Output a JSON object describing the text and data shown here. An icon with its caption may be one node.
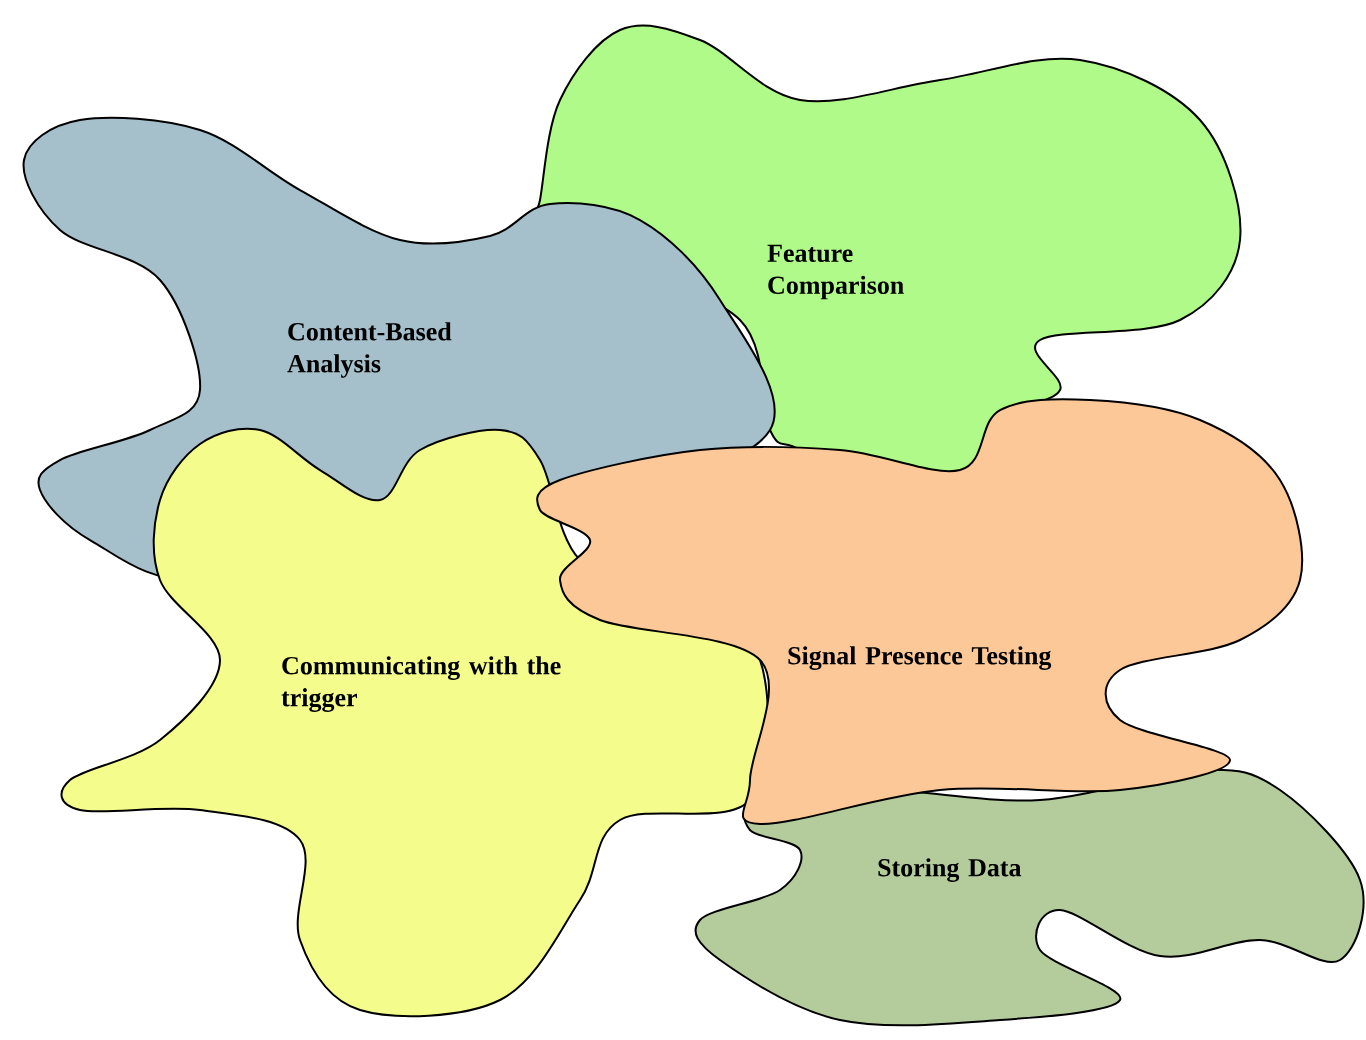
{
  "diagram": {
    "nodes": [
      {
        "text": [
          "Content-Based Analysis"
        ]
      },
      {
        "text": [
          "Feature Comparison"
        ]
      },
      {
        "text": [
          "Communicating with the trigger"
        ]
      },
      {
        "text": [
          "Signal Presence Testing"
        ]
      },
      {
        "text": [
          "Storing Data"
        ]
      }
    ]
  }
}
